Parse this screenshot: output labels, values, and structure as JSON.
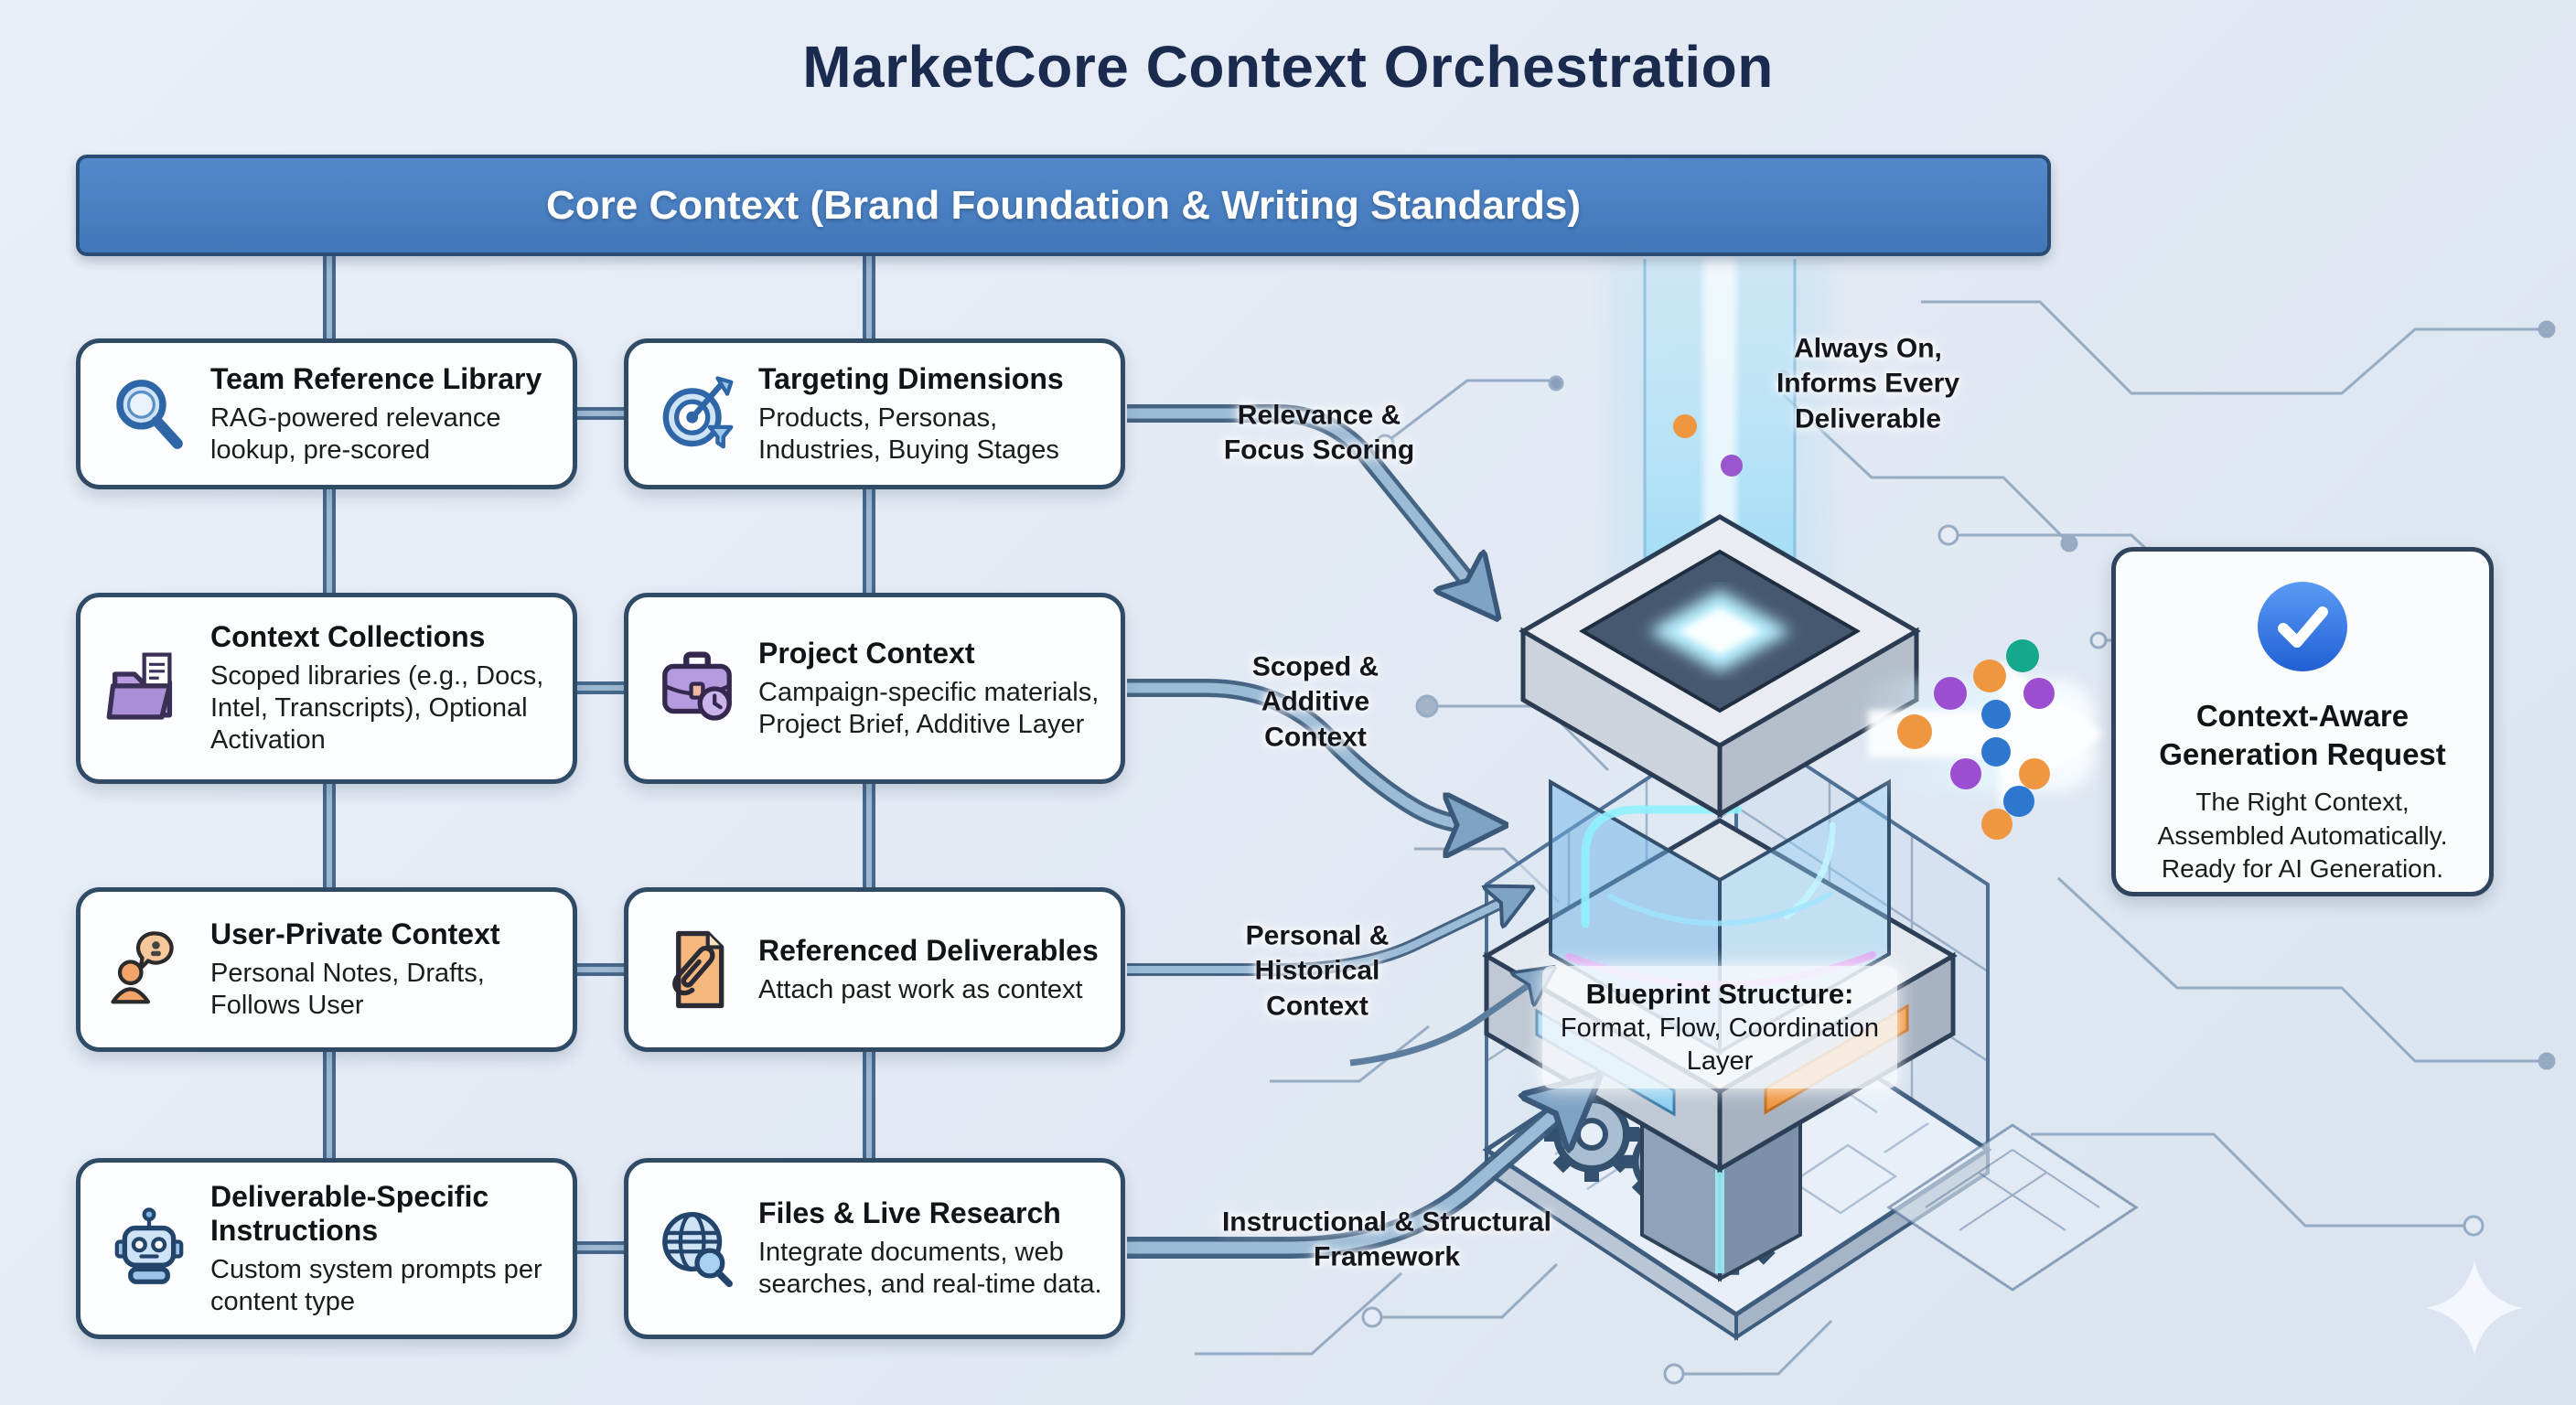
{
  "header": {
    "title": "MarketCore Context Orchestration"
  },
  "banner": {
    "label": "Core Context (Brand Foundation & Writing Standards)"
  },
  "cards": [
    {
      "icon": "search-icon",
      "title": "Team Reference Library",
      "body": "RAG-powered relevance lookup, pre-scored"
    },
    {
      "icon": "target-icon",
      "title": "Targeting Dimensions",
      "body": "Products, Personas, Industries, Buying Stages"
    },
    {
      "icon": "folder-icon",
      "title": "Context Collections",
      "body": "Scoped libraries (e.g., Docs, Intel, Transcripts), Optional Activation"
    },
    {
      "icon": "briefcase-icon",
      "title": "Project Context",
      "body": "Campaign-specific materials, Project Brief, Additive Layer"
    },
    {
      "icon": "user-icon",
      "title": "User-Private Context",
      "body": "Personal Notes, Drafts, Follows User"
    },
    {
      "icon": "paperclip-icon",
      "title": "Referenced Deliverables",
      "body": "Attach past work as context"
    },
    {
      "icon": "robot-icon",
      "title": "Deliverable-Specific Instructions",
      "body": "Custom system prompts per content type"
    },
    {
      "icon": "globe-icon",
      "title": "Files & Live Research",
      "body": "Integrate documents, web searches, and real-time data."
    }
  ],
  "flow_labels": [
    {
      "text": "Relevance &\nFocus Scoring"
    },
    {
      "text": "Scoped &\nAdditive\nContext"
    },
    {
      "text": "Personal &\nHistorical\nContext"
    },
    {
      "text": "Instructional & Structural\nFramework"
    }
  ],
  "machine": {
    "always_on": "Always On,\nInforms Every\nDeliverable",
    "blueprint_title": "Blueprint Structure:",
    "blueprint_body": "Format, Flow, Coordination\nLayer"
  },
  "output_card": {
    "icon": "checkmark-icon",
    "title": "Context-Aware\nGeneration Request",
    "body": "The Right Context,\nAssembled Automatically.\nReady for AI Generation."
  },
  "colors": {
    "banner_blue": "#4c82c3",
    "card_border": "#304b66",
    "pipe_dark": "#3e5f80",
    "pipe_light": "#9cbbd6",
    "beam_cyan": "#9fe2f7",
    "dot_orange": "#ef9640",
    "dot_purple": "#9b4fd0",
    "dot_blue": "#2e77d0",
    "dot_teal": "#14a88c",
    "check_blue": "#2f6fe0",
    "navy_text": "#1b2b4f"
  }
}
